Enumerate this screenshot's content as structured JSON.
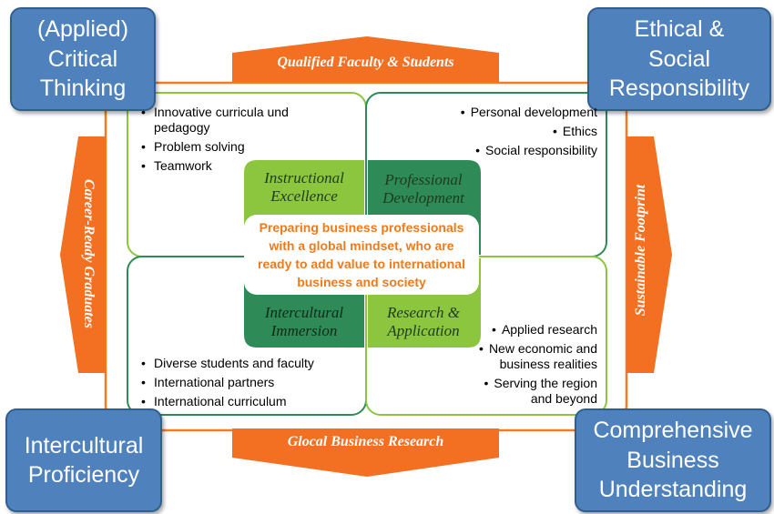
{
  "corners": {
    "top_left": "(Applied)\nCritical\nThinking",
    "top_right": "Ethical &\nSocial\nResponsibility",
    "bottom_left": "Intercultural\nProficiency",
    "bottom_right": "Comprehensive\nBusiness\nUnderstanding"
  },
  "arrows": {
    "top": "Qualified Faculty & Students",
    "bottom": "Glocal Business Research",
    "left": "Career-Ready Graduates",
    "right": "Sustainable Footprint"
  },
  "quadrants": {
    "top_left": [
      "Innovative curricula und pedagogy",
      "Problem solving",
      "Teamwork"
    ],
    "top_right": [
      "Personal development",
      "Ethics",
      "Social responsibility"
    ],
    "bottom_left": [
      "Diverse students and faculty",
      "International partners",
      "International curriculum"
    ],
    "bottom_right": [
      "Applied research",
      "New economic and business realities",
      "Serving the region and beyond"
    ]
  },
  "tiles": {
    "top_left": "Instructional\nExcellence",
    "top_right": "Professional\nDevelopment",
    "bottom_left": "Intercultural\nImmersion",
    "bottom_right": "Research &\nApplication"
  },
  "center_text": "Preparing business professionals\nwith a global mindset, who are\nready to add value to international\nbusiness and society",
  "colors": {
    "corner_blue": "#4f81bd",
    "arrow_orange": "#f36f21",
    "frame_orange": "#f47b20",
    "quadrant_green": "#8cc63f",
    "tile_light_green": "#8cc63f",
    "tile_dark_green": "#2e8b57",
    "center_text_orange": "#f07a1a"
  }
}
